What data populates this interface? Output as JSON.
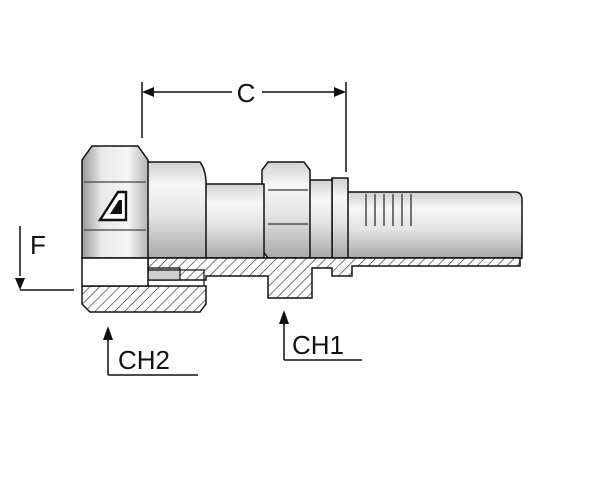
{
  "labels": {
    "dimension_c": "C",
    "dimension_f": "F",
    "hex_ch1": "CH1",
    "hex_ch2": "CH2"
  },
  "logo_icon": "triangle-brand-icon",
  "colors": {
    "line": "#111111",
    "metal_light": "#f2f2f2",
    "metal_mid": "#c9c9c9",
    "metal_dark": "#8f8f8f",
    "section_fill": "#bdbdbd"
  }
}
